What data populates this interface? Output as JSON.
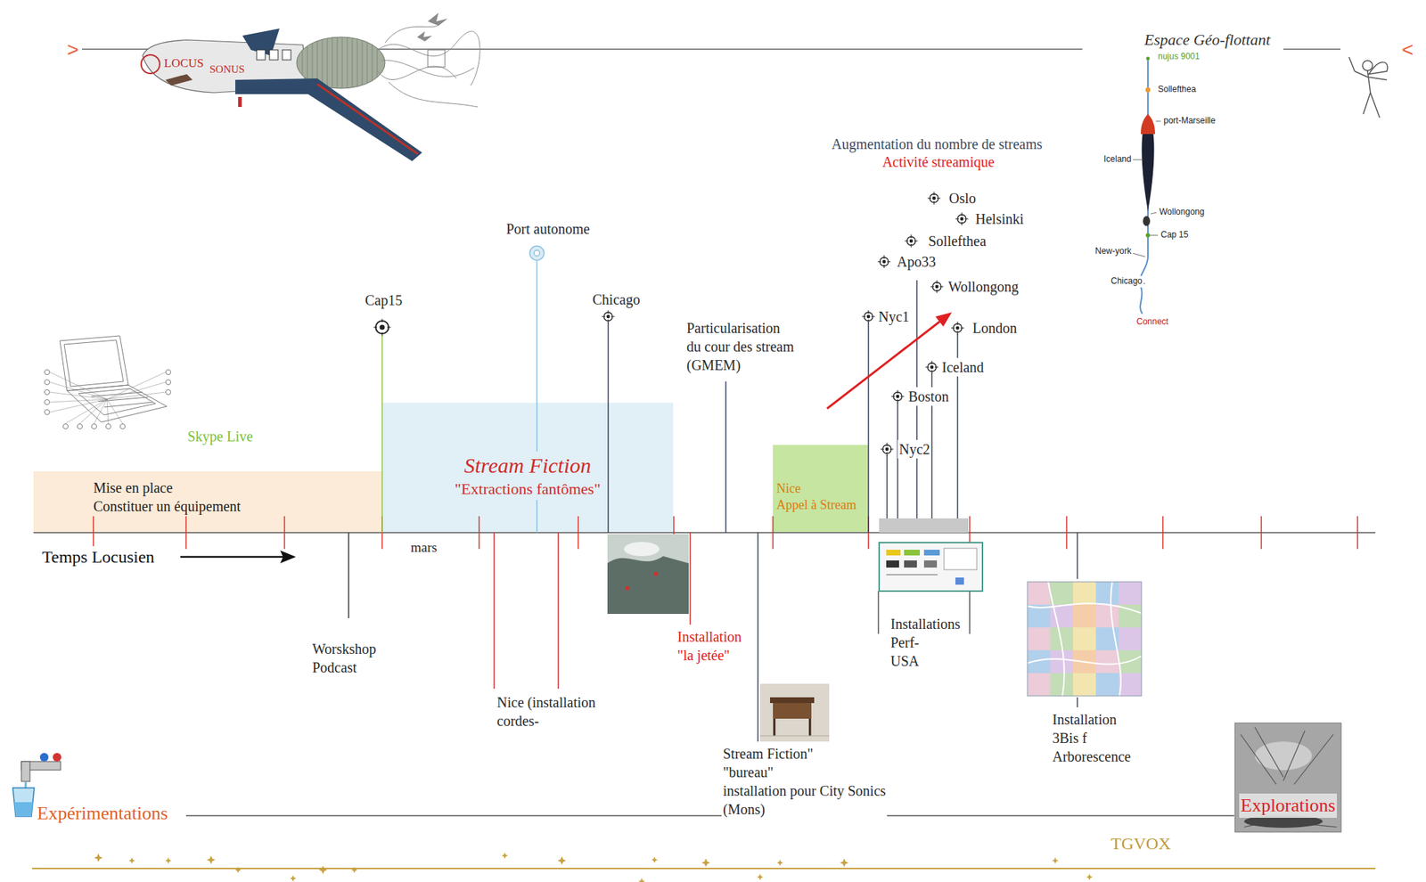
{
  "diagram": {
    "nodes": [
      {
        "text": [
          "Mise en place Constituer un équipement"
        ]
      },
      {
        "text": [
          "Stream Fiction",
          "\"Extractions fantômes\""
        ]
      },
      {
        "text": [
          "Nice Appel à Stream"
        ]
      }
    ],
    "labels": [
      ">",
      "<",
      "LOCUS",
      "SONUS",
      "Espace Géo-flottant",
      "nujus 9001",
      "Sollefthea",
      "port-Marseille",
      "Iceland",
      "Wollongong",
      "Cap 15",
      "New-york",
      "Chicago",
      "Connect",
      "Augmentation du nombre de streams",
      "Activité streamique",
      "Oslo",
      "Helsinki",
      "Sollefthea",
      "Apo33",
      "Wollongong",
      "Port autonome",
      "Cap15",
      "Chicago",
      "Nyc1",
      "London",
      "Particularisation du cour des stream (GMEM)",
      "Iceland",
      "Boston",
      "Skype Live",
      "Nyc2",
      "Temps Locusien",
      "mars",
      "Worskshop Podcast",
      "Installation \"la jetée\"",
      "Installations Perf- USA",
      "Nice (installation cordes-",
      "Installation 3Bis f Arborescence",
      "Stream Fiction\" \"bureau\" installation pour City Sonics (Mons)",
      "Expérimentations",
      "Explorations",
      "TGVOX"
    ]
  }
}
